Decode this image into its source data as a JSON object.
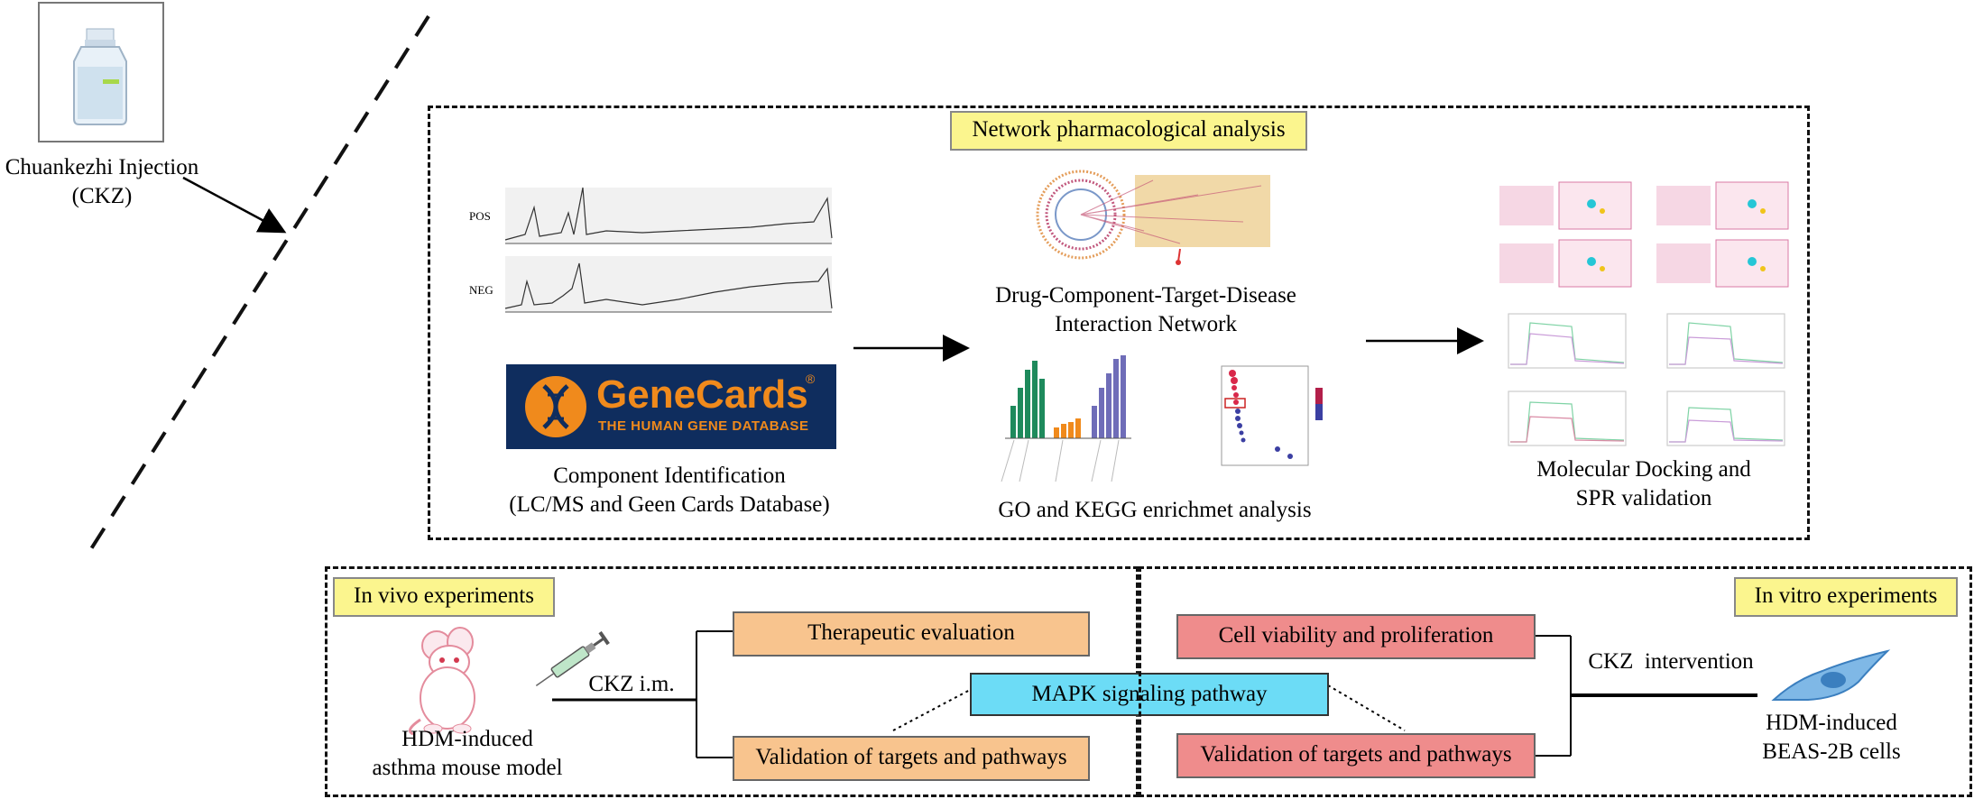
{
  "drug": {
    "label_line1": "Chuankezhi Injection",
    "label_line2": "(CKZ)"
  },
  "network_section": {
    "title": "Network pharmacological analysis",
    "chromatogram": {
      "pos_label": "POS",
      "neg_label": "NEG"
    },
    "genecards": {
      "logo_text": "GeneCards",
      "registered": "®",
      "subtitle": "THE HUMAN GENE DATABASE"
    },
    "component_label_line1": "Component Identification",
    "component_label_line2": "(LC/MS and Geen Cards Database)",
    "network_label_line1": "Drug-Component-Target-Disease",
    "network_label_line2": "Interaction Network",
    "go_kegg_label": "GO and KEGG enrichmet analysis",
    "docking_label_line1": "Molecular Docking and",
    "docking_label_line2": "SPR validation"
  },
  "invivo": {
    "title": "In vivo experiments",
    "model_line1": "HDM-induced",
    "model_line2": "asthma mouse model",
    "route": "CKZ i.m.",
    "box1": "Therapeutic evaluation",
    "box2": "Validation of targets and pathways"
  },
  "pathway": {
    "label": "MAPK signaling pathway"
  },
  "invitro": {
    "title": "In vitro experiments",
    "box1": "Cell viability and proliferation",
    "box2": "Validation of targets and pathways",
    "intervention": "CKZ  intervention",
    "cells_line1": "HDM-induced",
    "cells_line2": "BEAS-2B cells"
  },
  "colors": {
    "tag_yellow": "#fbf58e",
    "box_orange": "#f8c48e",
    "box_red": "#ef8c8c",
    "box_cyan": "#6cdcf6",
    "genecards_bg": "#0f2d5e",
    "genecards_orange": "#f08a1c"
  }
}
